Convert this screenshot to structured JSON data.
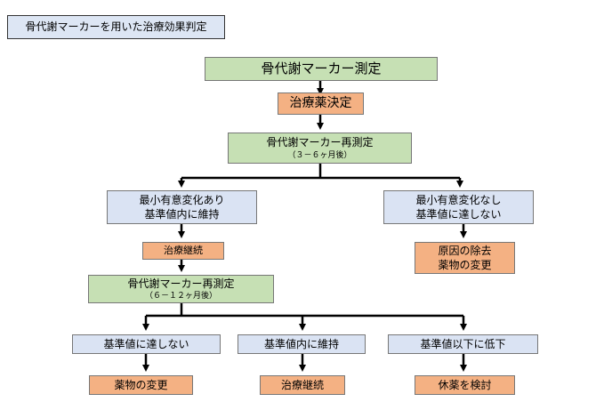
{
  "page_title": "骨代謝マーカーを用いた治療効果判定",
  "nodes": {
    "measure": "骨代謝マーカー測定",
    "decide_drug": "治療薬決定",
    "remeasure1": "骨代謝マーカー再測定",
    "remeasure1_sub": "（３－６ヶ月後）",
    "left_branch_line1": "最小有意変化あり",
    "left_branch_line2": "基準値内に維持",
    "right_branch_line1": "最小有意変化なし",
    "right_branch_line2": "基準値に達しない",
    "continue1": "治療継続",
    "cause_line1": "原因の除去",
    "cause_line2": "薬物の変更",
    "remeasure2": "骨代謝マーカー再測定",
    "remeasure2_sub": "（６－１２ヶ月後）",
    "outcome_left": "基準値に達しない",
    "outcome_mid": "基準値内に維持",
    "outcome_right": "基準値以下に低下",
    "action_left": "薬物の変更",
    "action_mid": "治療継続",
    "action_right": "休薬を検討"
  },
  "colors": {
    "green": "#c6e0b4",
    "orange": "#f4b183",
    "blue": "#dae3f3",
    "arrow": "#000000"
  }
}
